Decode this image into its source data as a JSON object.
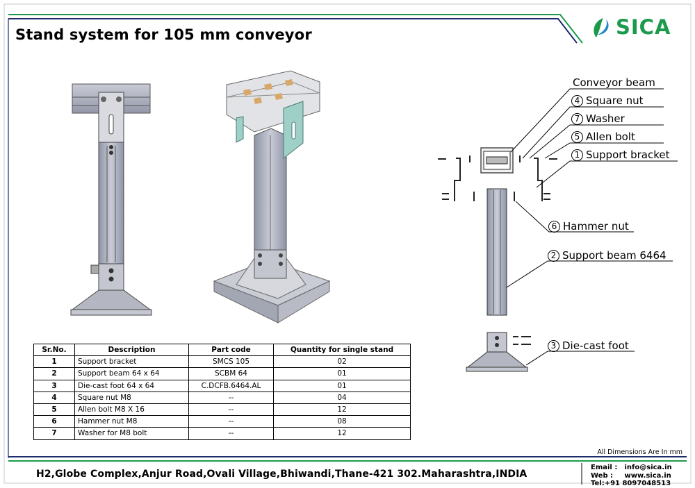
{
  "header": {
    "title": "Stand system for 105 mm conveyor",
    "brand": "SICA"
  },
  "callouts": [
    {
      "num": "",
      "label": "Conveyor beam"
    },
    {
      "num": "4",
      "label": "Square nut"
    },
    {
      "num": "7",
      "label": "Washer"
    },
    {
      "num": "5",
      "label": "Allen bolt"
    },
    {
      "num": "1",
      "label": "Support bracket"
    },
    {
      "num": "6",
      "label": "Hammer nut"
    },
    {
      "num": "2",
      "label": "Support beam 6464"
    },
    {
      "num": "3",
      "label": "Die-cast foot"
    }
  ],
  "table": {
    "headers": [
      "Sr.No.",
      "Description",
      "Part code",
      "Quantity for single stand"
    ],
    "rows": [
      [
        "1",
        "Support bracket",
        "SMCS 105",
        "02"
      ],
      [
        "2",
        "Support beam 64 x 64",
        "SCBM 64",
        "01"
      ],
      [
        "3",
        "Die-cast foot 64 x 64",
        "C.DCFB.6464.AL",
        "01"
      ],
      [
        "4",
        "Square nut M8",
        "--",
        "04"
      ],
      [
        "5",
        "Allen bolt M8 X 16",
        "--",
        "12"
      ],
      [
        "6",
        "Hammer nut M8",
        "--",
        "08"
      ],
      [
        "7",
        "Washer for M8 bolt",
        "--",
        "12"
      ]
    ]
  },
  "note": "All Dimensions Are In mm",
  "footer": {
    "address": "H2,Globe Complex,Anjur Road,Ovali Village,Bhiwandi,Thane-421 302.Maharashtra,INDIA",
    "email_label": "Email :",
    "email": "info@sica.in",
    "web_label": "Web  :",
    "web": "www.sica.in",
    "tel": "Tel:+91 8097048513"
  },
  "colors": {
    "accent_green": "#1a9a4a",
    "accent_navy": "#1c2a6e",
    "steel": "#b9bdc8",
    "steel_dark": "#7c8193",
    "bracket_teal": "#9ed0c8"
  }
}
